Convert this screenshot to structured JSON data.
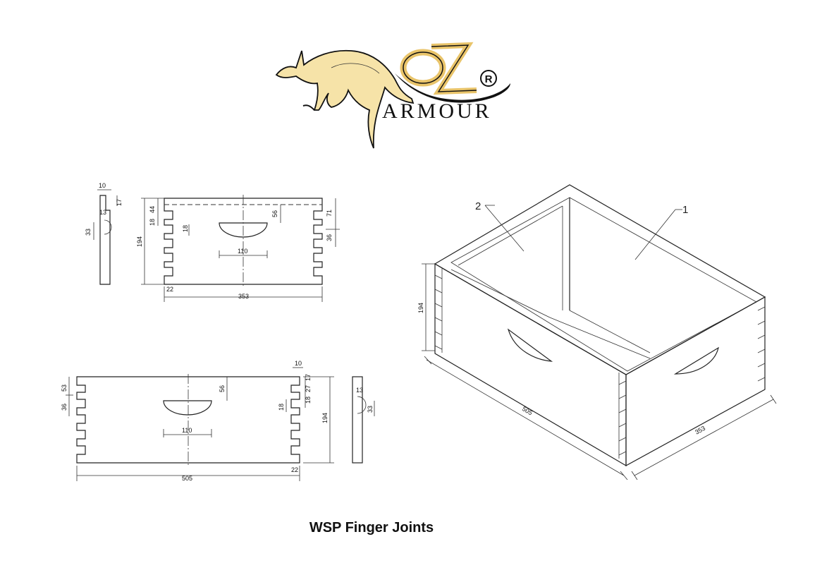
{
  "logo": {
    "brand_text": "ARMOUR",
    "monogram": "OZ",
    "registered_mark": "R",
    "colors": {
      "gold": "#e9c46a",
      "gold_light": "#f6e3a8",
      "ink": "#111111"
    }
  },
  "title": "WSP Finger Joints",
  "callouts": {
    "item_1": "1",
    "item_2": "2"
  },
  "end_board": {
    "width": "353",
    "height": "194",
    "handhold_width": "110",
    "handhold_depth": "56",
    "rebate_depth": "44",
    "top_offset": "71",
    "finger_pitch": "36",
    "finger_width": "18",
    "finger_depth": "22",
    "edge_thickness": "22",
    "profile_thickness": "10",
    "profile_rebate": "17",
    "profile_lip": "13",
    "profile_offset": "33"
  },
  "side_board": {
    "width": "505",
    "height": "194",
    "handhold_width": "110",
    "handhold_depth": "56",
    "top_finger": "53",
    "finger_pitch": "36",
    "finger_width": "18",
    "finger_depth": "22",
    "thickness": "10",
    "joint_27": "27",
    "joint_17": "17",
    "profile_lip": "13",
    "profile_offset": "33"
  },
  "assembly": {
    "length": "505",
    "width": "353",
    "height": "194"
  }
}
